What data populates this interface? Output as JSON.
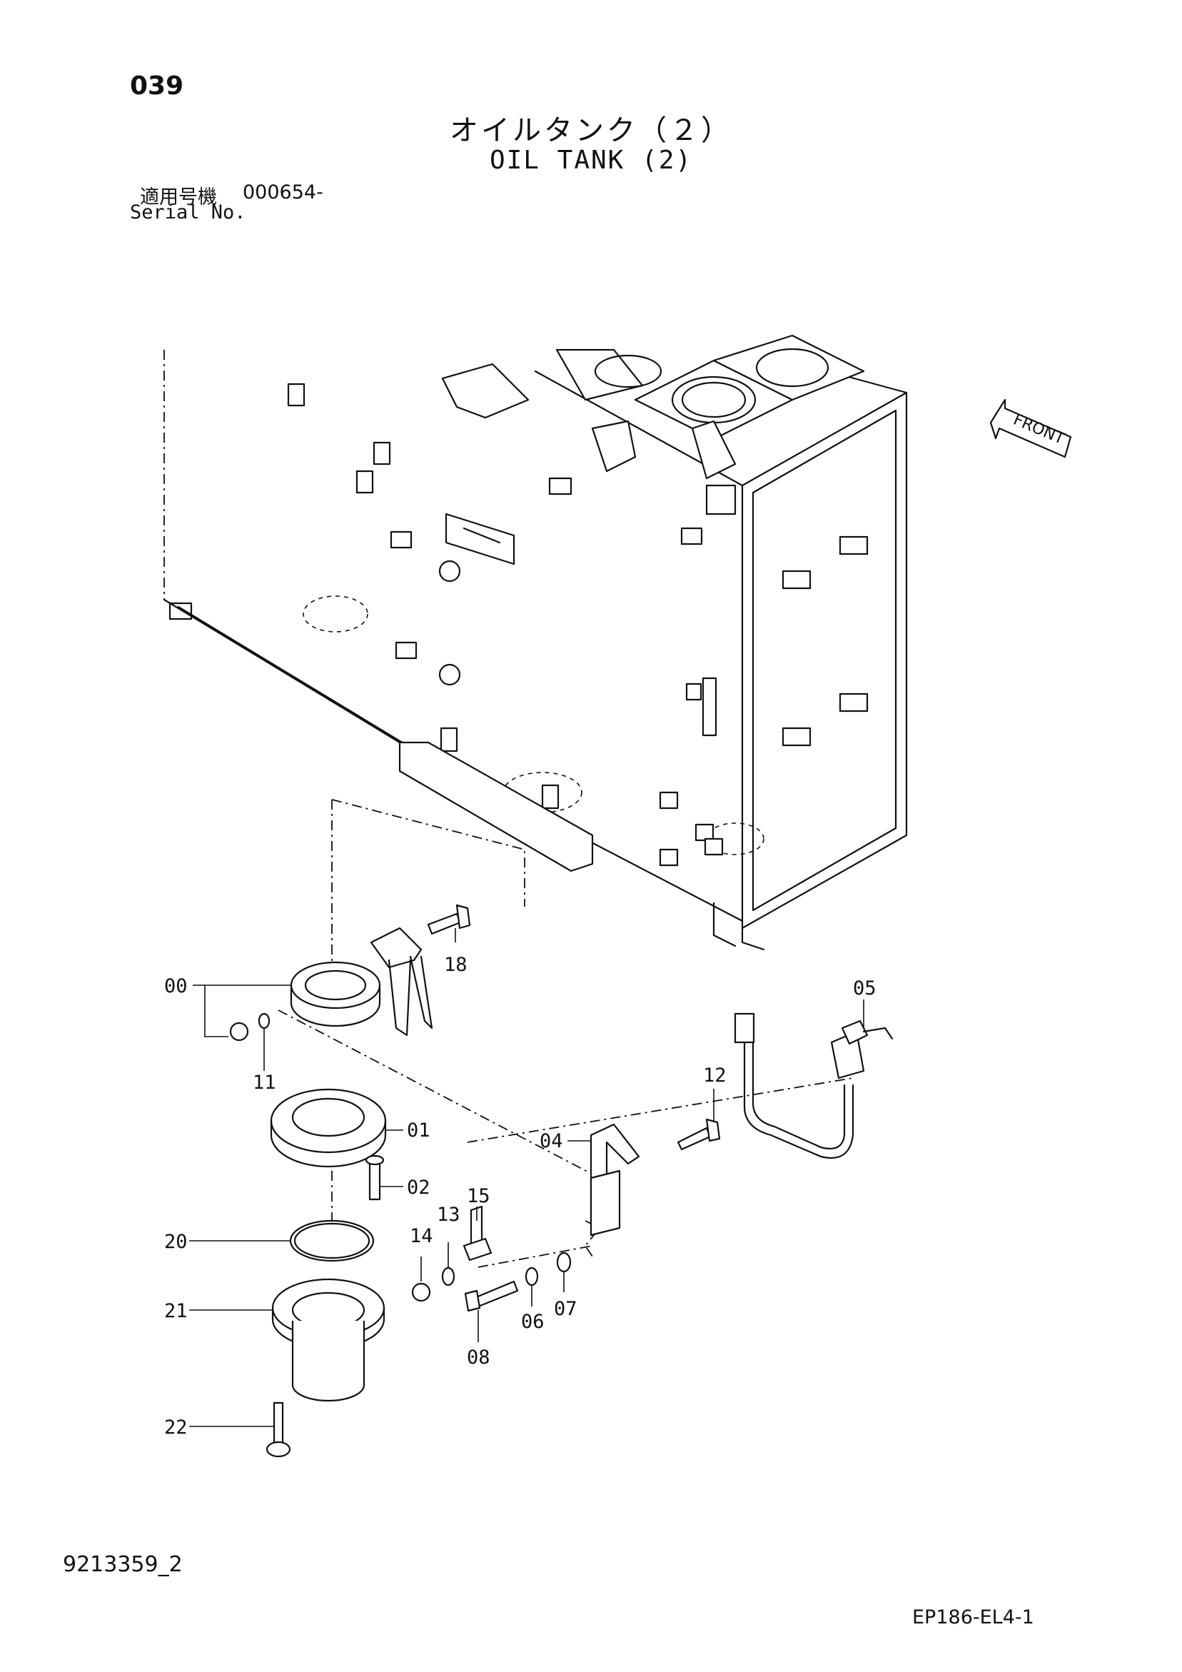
{
  "header": {
    "page_number": "039",
    "title_jp": "オイルタンク（２）",
    "title_en": "OIL TANK (2)",
    "serial_label_jp": "適用号機",
    "serial_value": "000654-",
    "serial_label_en": "Serial No."
  },
  "footer": {
    "document_id": "9213359_2",
    "figure_code": "EP186-EL4-1"
  },
  "diagram": {
    "direction_marker": "FRONT",
    "part_callouts": [
      "00",
      "11",
      "01",
      "02",
      "20",
      "21",
      "22",
      "18",
      "04",
      "05",
      "12",
      "15",
      "13",
      "14",
      "06",
      "07",
      "08"
    ]
  }
}
